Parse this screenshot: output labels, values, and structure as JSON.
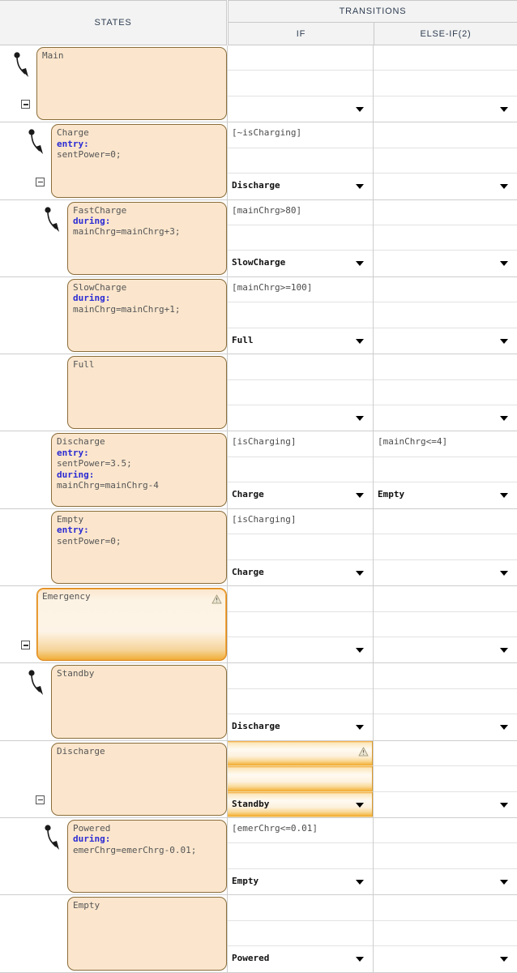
{
  "header": {
    "states": "STATES",
    "transitions": "TRANSITIONS",
    "if": "IF",
    "else_if": "ELSE-IF(2)"
  },
  "colors": {
    "state_fill": "#fbe6cd",
    "state_border": "#8a6d3b",
    "highlight_orange": "#f0ad34",
    "header_bg": "#f3f3f3",
    "keyword_blue": "#2b2bd4"
  },
  "rows": [
    {
      "state": {
        "name": "Main",
        "lines": [
          {
            "t": "Main",
            "k": false
          }
        ],
        "indent": 0,
        "has_default_transition": true,
        "has_collapse": true,
        "highlight": false,
        "warning": false
      },
      "if": {
        "condition": "",
        "blank": "",
        "destination": "",
        "caret": true,
        "highlight": false,
        "warning": false
      },
      "elif": {
        "condition": "",
        "blank": "",
        "destination": "",
        "caret": true,
        "highlight": false,
        "warning": false
      }
    },
    {
      "state": {
        "name": "Charge",
        "lines": [
          {
            "t": "Charge",
            "k": false
          },
          {
            "t": "entry:",
            "k": true
          },
          {
            "t": "sentPower=0;",
            "k": false
          }
        ],
        "indent": 1,
        "has_default_transition": true,
        "has_collapse": true,
        "highlight": false,
        "warning": false
      },
      "if": {
        "condition": "[~isCharging]",
        "blank": "",
        "destination": "Discharge",
        "caret": true,
        "highlight": false,
        "warning": false
      },
      "elif": {
        "condition": "",
        "blank": "",
        "destination": "",
        "caret": true,
        "highlight": false,
        "warning": false
      }
    },
    {
      "state": {
        "name": "FastCharge",
        "lines": [
          {
            "t": "FastCharge",
            "k": false
          },
          {
            "t": "during:",
            "k": true
          },
          {
            "t": "mainChrg=mainChrg+3;",
            "k": false
          }
        ],
        "indent": 2,
        "has_default_transition": true,
        "has_collapse": false,
        "highlight": false,
        "warning": false
      },
      "if": {
        "condition": "[mainChrg>80]",
        "blank": "",
        "destination": "SlowCharge",
        "caret": true,
        "highlight": false,
        "warning": false
      },
      "elif": {
        "condition": "",
        "blank": "",
        "destination": "",
        "caret": true,
        "highlight": false,
        "warning": false
      }
    },
    {
      "state": {
        "name": "SlowCharge",
        "lines": [
          {
            "t": "SlowCharge",
            "k": false
          },
          {
            "t": "during:",
            "k": true
          },
          {
            "t": "mainChrg=mainChrg+1;",
            "k": false
          }
        ],
        "indent": 2,
        "has_default_transition": false,
        "has_collapse": false,
        "highlight": false,
        "warning": false
      },
      "if": {
        "condition": "[mainChrg>=100]",
        "blank": "",
        "destination": "Full",
        "caret": true,
        "highlight": false,
        "warning": false
      },
      "elif": {
        "condition": "",
        "blank": "",
        "destination": "",
        "caret": true,
        "highlight": false,
        "warning": false
      }
    },
    {
      "state": {
        "name": "Full",
        "lines": [
          {
            "t": "Full",
            "k": false
          }
        ],
        "indent": 2,
        "has_default_transition": false,
        "has_collapse": false,
        "highlight": false,
        "warning": false
      },
      "if": {
        "condition": "",
        "blank": "",
        "destination": "",
        "caret": true,
        "highlight": false,
        "warning": false
      },
      "elif": {
        "condition": "",
        "blank": "",
        "destination": "",
        "caret": true,
        "highlight": false,
        "warning": false
      }
    },
    {
      "state": {
        "name": "Discharge",
        "lines": [
          {
            "t": "Discharge",
            "k": false
          },
          {
            "t": "entry:",
            "k": true
          },
          {
            "t": "sentPower=3.5;",
            "k": false
          },
          {
            "t": "during:",
            "k": true
          },
          {
            "t": "mainChrg=mainChrg-4",
            "k": false
          }
        ],
        "indent": 1,
        "has_default_transition": false,
        "has_collapse": false,
        "highlight": false,
        "warning": false
      },
      "if": {
        "condition": "[isCharging]",
        "blank": "",
        "destination": "Charge",
        "caret": true,
        "highlight": false,
        "warning": false
      },
      "elif": {
        "condition": "[mainChrg<=4]",
        "blank": "",
        "destination": "Empty",
        "caret": true,
        "highlight": false,
        "warning": false
      }
    },
    {
      "state": {
        "name": "Empty",
        "lines": [
          {
            "t": "Empty",
            "k": false
          },
          {
            "t": "entry:",
            "k": true
          },
          {
            "t": "sentPower=0;",
            "k": false
          }
        ],
        "indent": 1,
        "has_default_transition": false,
        "has_collapse": false,
        "highlight": false,
        "warning": false
      },
      "if": {
        "condition": "[isCharging]",
        "blank": "",
        "destination": "Charge",
        "caret": true,
        "highlight": false,
        "warning": false
      },
      "elif": {
        "condition": "",
        "blank": "",
        "destination": "",
        "caret": true,
        "highlight": false,
        "warning": false
      }
    },
    {
      "state": {
        "name": "Emergency",
        "lines": [
          {
            "t": "Emergency",
            "k": false
          }
        ],
        "indent": 0,
        "has_default_transition": false,
        "has_collapse": true,
        "highlight": true,
        "warning": true
      },
      "if": {
        "condition": "",
        "blank": "",
        "destination": "",
        "caret": true,
        "highlight": false,
        "warning": false
      },
      "elif": {
        "condition": "",
        "blank": "",
        "destination": "",
        "caret": true,
        "highlight": false,
        "warning": false
      }
    },
    {
      "state": {
        "name": "Standby",
        "lines": [
          {
            "t": "Standby",
            "k": false
          }
        ],
        "indent": 1,
        "has_default_transition": true,
        "has_collapse": false,
        "highlight": false,
        "warning": false
      },
      "if": {
        "condition": "",
        "blank": "",
        "destination": "Discharge",
        "caret": true,
        "highlight": false,
        "warning": false
      },
      "elif": {
        "condition": "",
        "blank": "",
        "destination": "",
        "caret": true,
        "highlight": false,
        "warning": false
      }
    },
    {
      "state": {
        "name": "Discharge",
        "lines": [
          {
            "t": "Discharge",
            "k": false
          }
        ],
        "indent": 1,
        "has_default_transition": false,
        "has_collapse": true,
        "highlight": false,
        "warning": false
      },
      "if": {
        "condition": "",
        "blank": "",
        "destination": "Standby",
        "caret": true,
        "highlight": true,
        "warning": true
      },
      "elif": {
        "condition": "",
        "blank": "",
        "destination": "",
        "caret": true,
        "highlight": false,
        "warning": false
      }
    },
    {
      "state": {
        "name": "Powered",
        "lines": [
          {
            "t": "Powered",
            "k": false
          },
          {
            "t": "during:",
            "k": true
          },
          {
            "t": "emerChrg=emerChrg-0.01;",
            "k": false
          }
        ],
        "indent": 2,
        "has_default_transition": true,
        "has_collapse": false,
        "highlight": false,
        "warning": false
      },
      "if": {
        "condition": "[emerChrg<=0.01]",
        "blank": "",
        "destination": "Empty",
        "caret": true,
        "highlight": false,
        "warning": false
      },
      "elif": {
        "condition": "",
        "blank": "",
        "destination": "",
        "caret": true,
        "highlight": false,
        "warning": false
      }
    },
    {
      "state": {
        "name": "Empty",
        "lines": [
          {
            "t": "Empty",
            "k": false
          }
        ],
        "indent": 2,
        "has_default_transition": false,
        "has_collapse": false,
        "highlight": false,
        "warning": false
      },
      "if": {
        "condition": "",
        "blank": "",
        "destination": "Powered",
        "caret": true,
        "highlight": false,
        "warning": false
      },
      "elif": {
        "condition": "",
        "blank": "",
        "destination": "",
        "caret": true,
        "highlight": false,
        "warning": false
      }
    }
  ]
}
